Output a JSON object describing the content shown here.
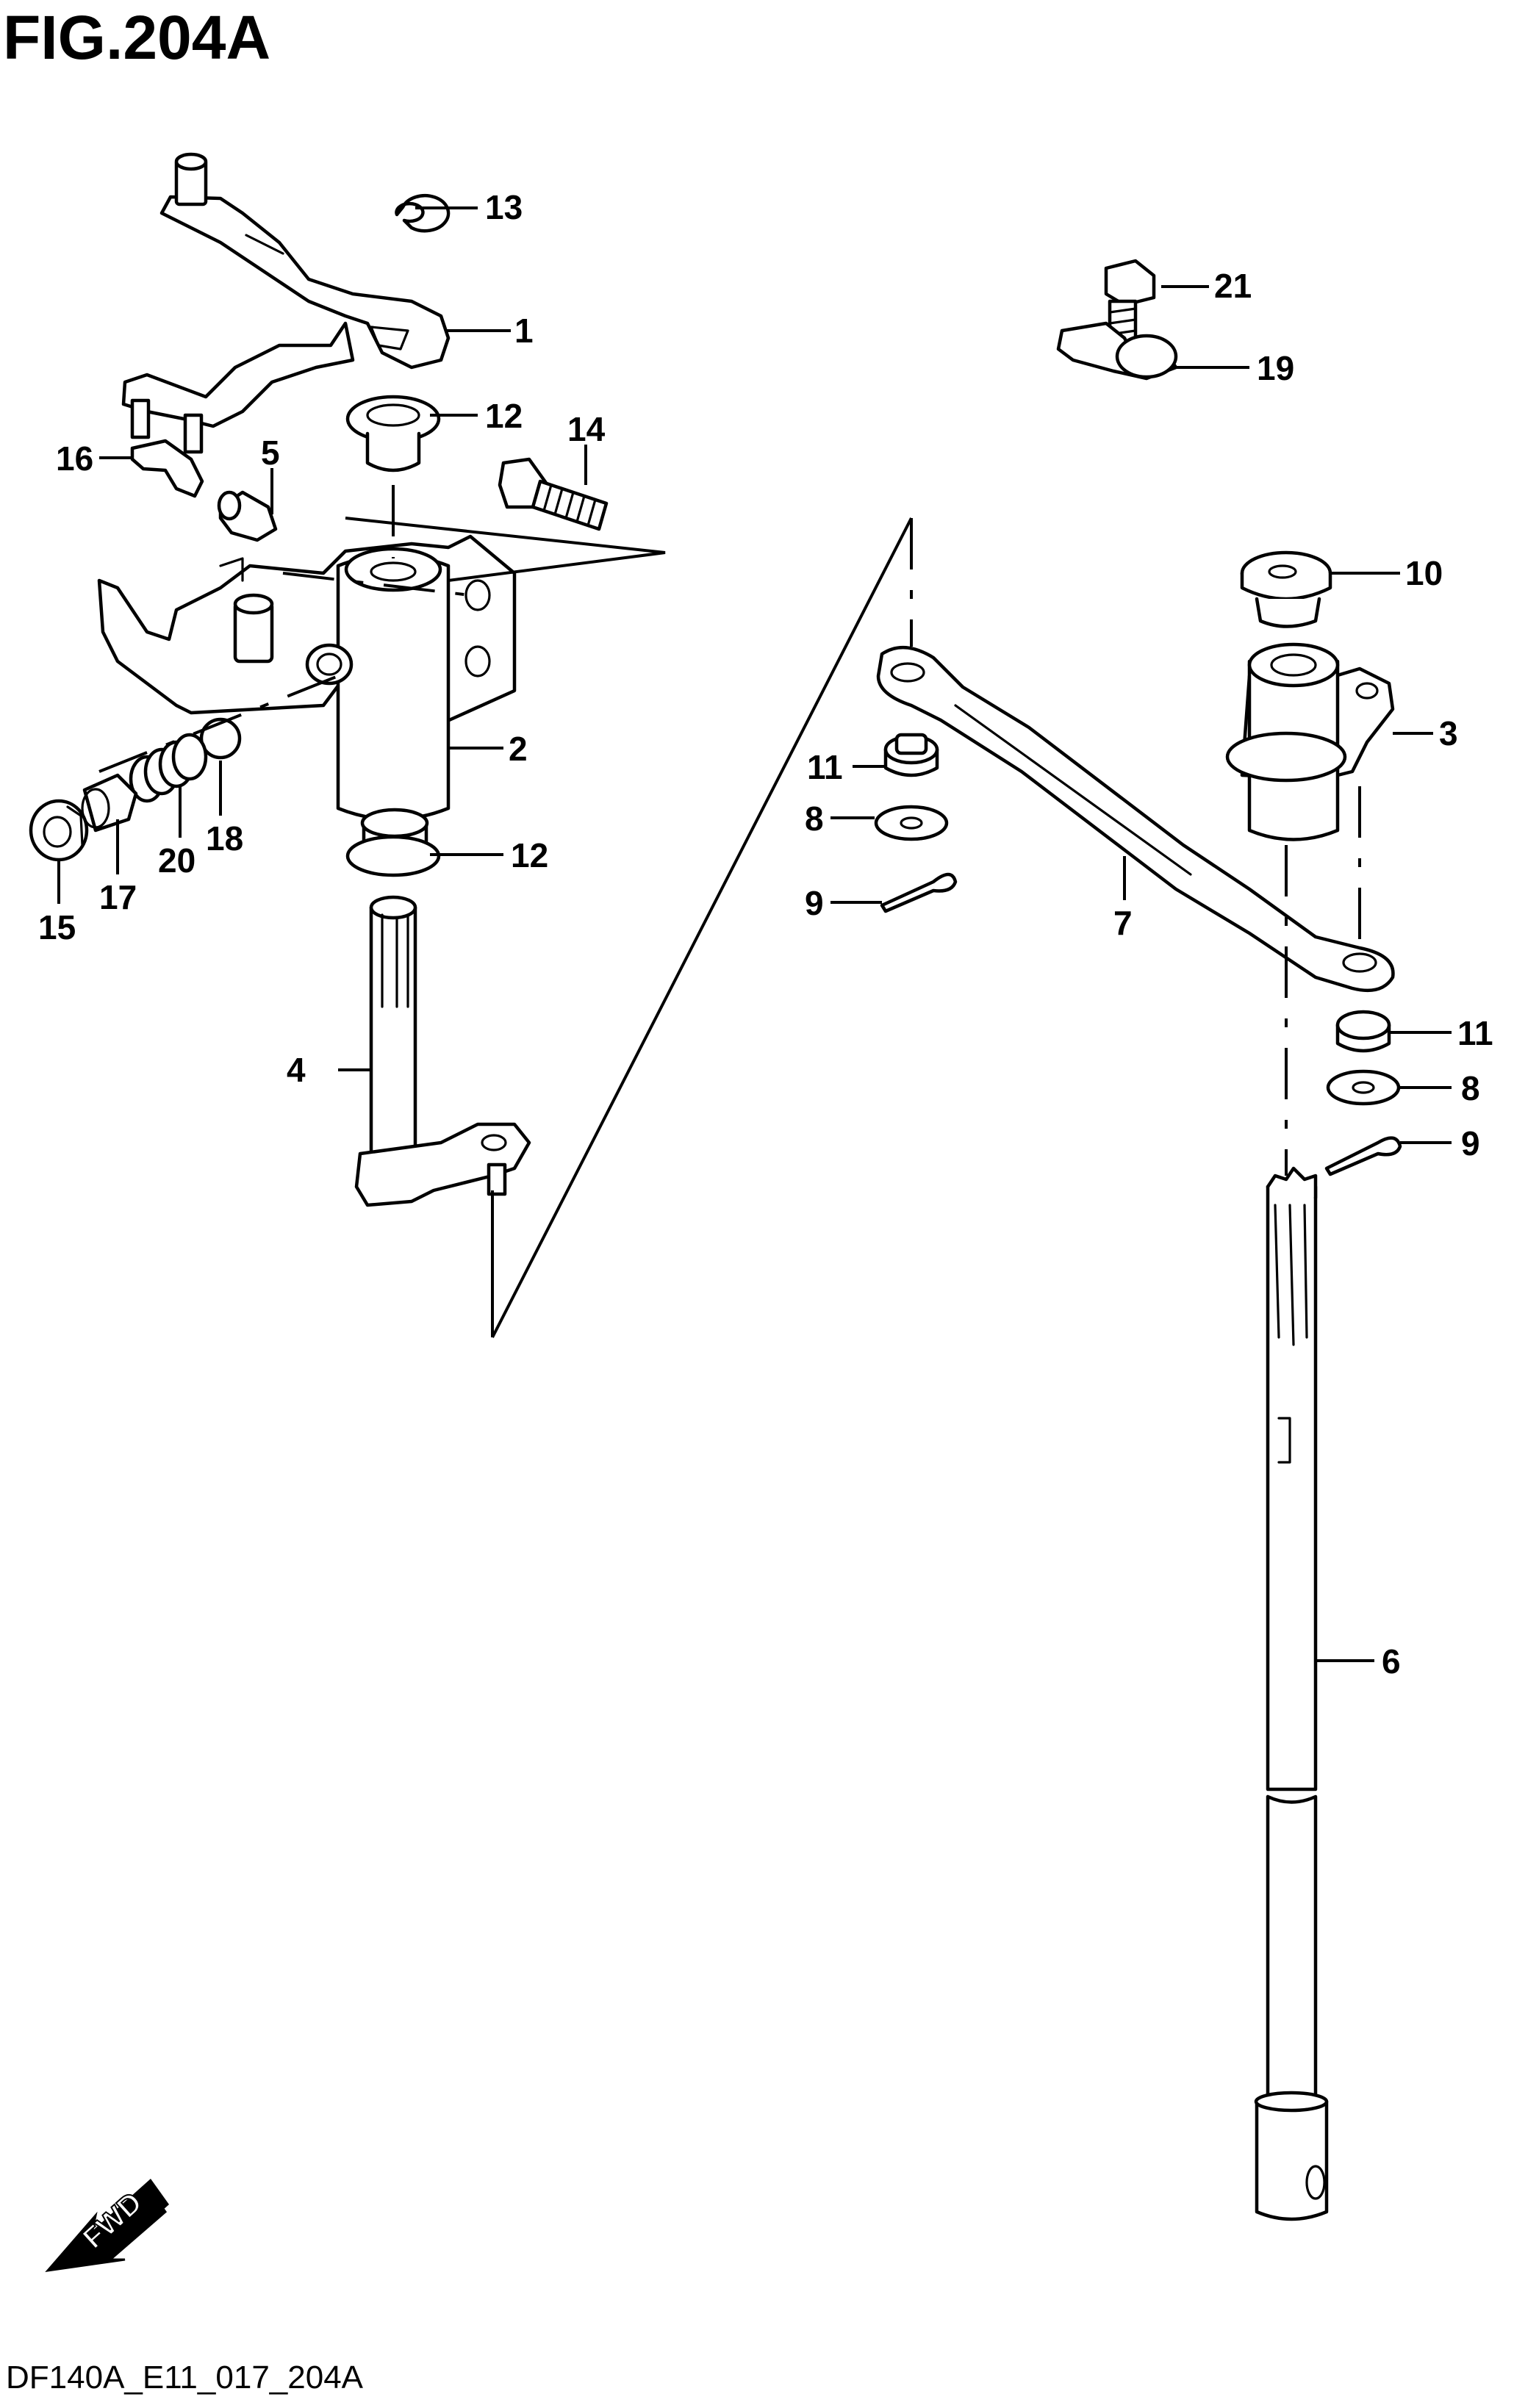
{
  "figure": {
    "title": "FIG.204A",
    "code": "DF140A_E11_017_204A",
    "fwd_label": "FWD"
  },
  "callouts": [
    {
      "id": "c13",
      "label": "13"
    },
    {
      "id": "c1",
      "label": "1"
    },
    {
      "id": "c12a",
      "label": "12"
    },
    {
      "id": "c14",
      "label": "14"
    },
    {
      "id": "c16",
      "label": "16"
    },
    {
      "id": "c5",
      "label": "5"
    },
    {
      "id": "c2",
      "label": "2"
    },
    {
      "id": "c18",
      "label": "18"
    },
    {
      "id": "c20",
      "label": "20"
    },
    {
      "id": "c17",
      "label": "17"
    },
    {
      "id": "c15",
      "label": "15"
    },
    {
      "id": "c12b",
      "label": "12"
    },
    {
      "id": "c4",
      "label": "4"
    },
    {
      "id": "c21",
      "label": "21"
    },
    {
      "id": "c19",
      "label": "19"
    },
    {
      "id": "c10",
      "label": "10"
    },
    {
      "id": "c3",
      "label": "3"
    },
    {
      "id": "c11a",
      "label": "11"
    },
    {
      "id": "c8a",
      "label": "8"
    },
    {
      "id": "c9a",
      "label": "9"
    },
    {
      "id": "c7",
      "label": "7"
    },
    {
      "id": "c11b",
      "label": "11"
    },
    {
      "id": "c8b",
      "label": "8"
    },
    {
      "id": "c9b",
      "label": "9"
    },
    {
      "id": "c6",
      "label": "6"
    }
  ]
}
